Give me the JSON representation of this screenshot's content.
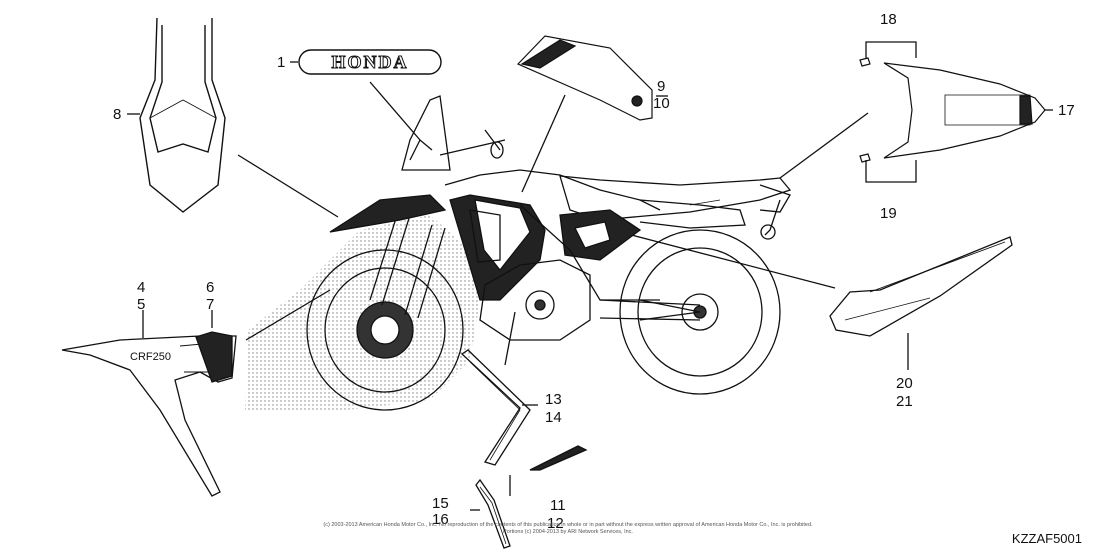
{
  "diagram": {
    "logo_text": "HONDA",
    "stripe_text": "CRF250",
    "part_code": "KZZAF5001",
    "copyright_line1": "(c) 2003-2013 American Honda Motor Co., Inc. No reproduction of the contents of this publication in whole or in part without the express written approval of American Honda Motor Co., Inc. is prohibited.",
    "copyright_line2": "Portions (c) 2004-2013 by ARI Network Services, Inc.",
    "callouts": [
      {
        "id": "c1",
        "text": "1"
      },
      {
        "id": "c4",
        "text": "4"
      },
      {
        "id": "c5",
        "text": "5"
      },
      {
        "id": "c6",
        "text": "6"
      },
      {
        "id": "c7",
        "text": "7"
      },
      {
        "id": "c8",
        "text": "8"
      },
      {
        "id": "c9",
        "text": "9"
      },
      {
        "id": "c10",
        "text": "10"
      },
      {
        "id": "c11",
        "text": "11"
      },
      {
        "id": "c12",
        "text": "12"
      },
      {
        "id": "c13",
        "text": "13"
      },
      {
        "id": "c14",
        "text": "14"
      },
      {
        "id": "c15",
        "text": "15"
      },
      {
        "id": "c16",
        "text": "16"
      },
      {
        "id": "c17",
        "text": "17"
      },
      {
        "id": "c18",
        "text": "18"
      },
      {
        "id": "c19",
        "text": "19"
      },
      {
        "id": "c20",
        "text": "20"
      },
      {
        "id": "c21",
        "text": "21"
      }
    ]
  }
}
